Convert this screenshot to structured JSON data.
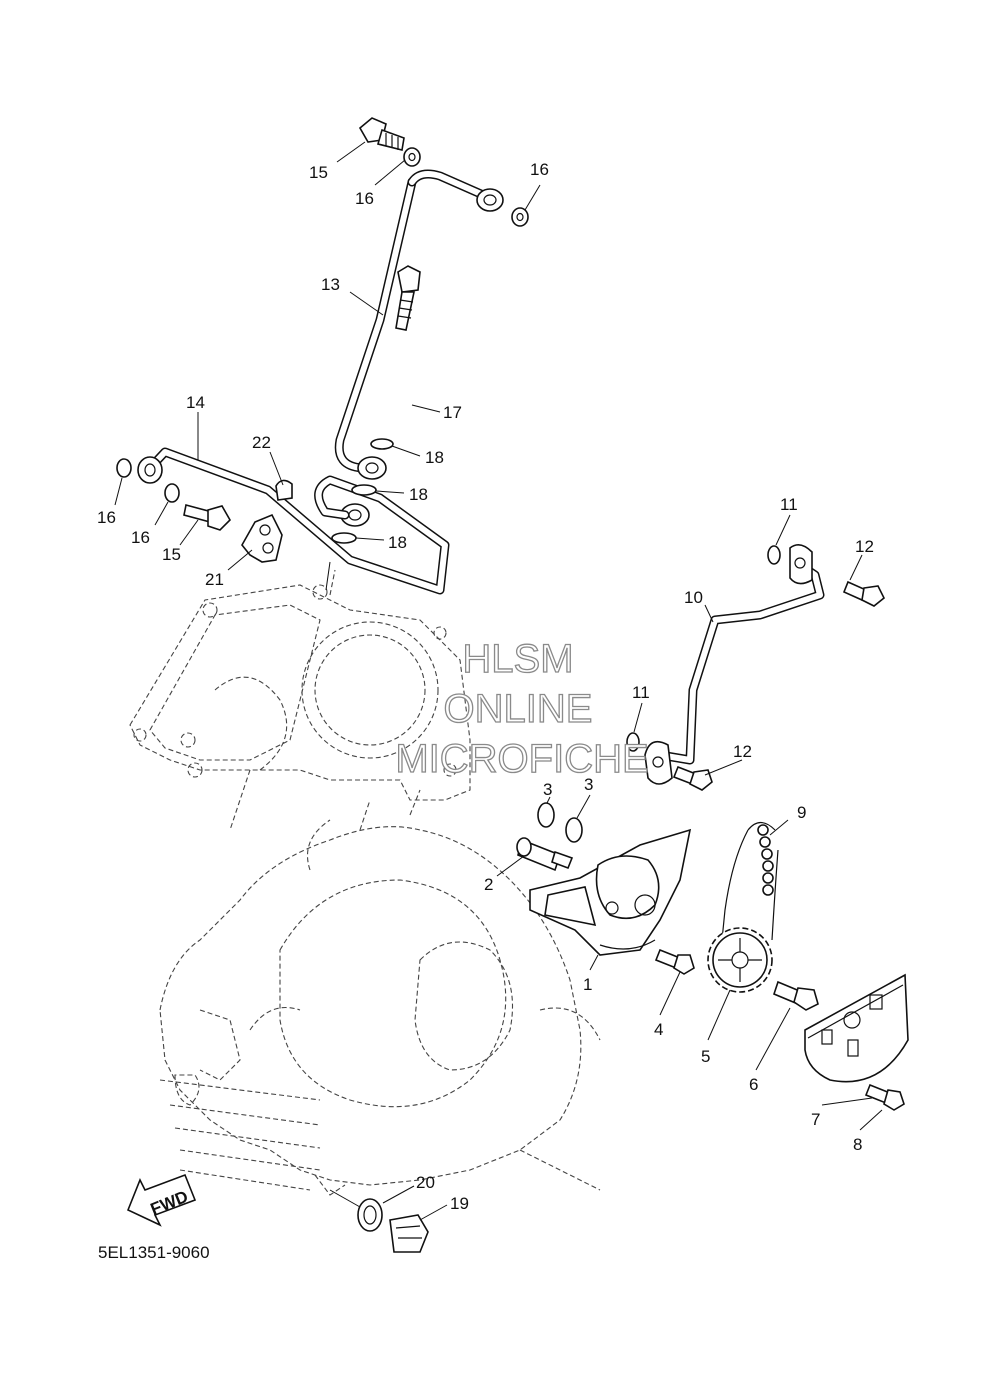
{
  "diagram": {
    "callouts": {
      "c1": "1",
      "c2": "2",
      "c3a": "3",
      "c3b": "3",
      "c4": "4",
      "c5": "5",
      "c6": "6",
      "c7": "7",
      "c8": "8",
      "c9": "9",
      "c10": "10",
      "c11a": "11",
      "c11b": "11",
      "c12a": "12",
      "c12b": "12",
      "c13": "13",
      "c14": "14",
      "c15a": "15",
      "c15b": "15",
      "c16a": "16",
      "c16b": "16",
      "c16c": "16",
      "c16d": "16",
      "c17": "17",
      "c18a": "18",
      "c18b": "18",
      "c18c": "18",
      "c19": "19",
      "c20": "20",
      "c21": "21",
      "c22": "22"
    },
    "catalog_code": "5EL1351-9060",
    "fwd_label": "FWD"
  },
  "watermark": {
    "line1": "HLSM",
    "line2": "ONLINE",
    "line3": "MICROFICHE"
  }
}
